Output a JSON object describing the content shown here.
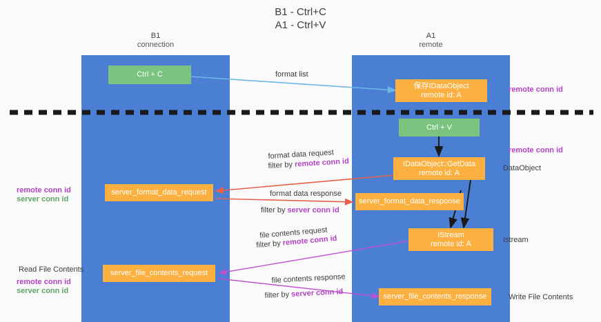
{
  "title": {
    "line1": "B1 - Ctrl+C",
    "line2": "A1 - Ctrl+V"
  },
  "lanes": [
    {
      "name": "B1",
      "role": "connection"
    },
    {
      "name": "A1",
      "role": "remote"
    }
  ],
  "boxes": {
    "ctrl_c": {
      "label": "Ctrl + C",
      "color": "#7ac47f"
    },
    "ctrl_v": {
      "label": "Ctrl + V",
      "color": "#7ac47f"
    },
    "save_idataobject": {
      "label": "保存IDataObject",
      "sub": "remote id: A",
      "color": "#fbb040"
    },
    "getdata": {
      "label": "IDataObject::GetData",
      "sub": "remote id: A",
      "color": "#fbb040"
    },
    "istream": {
      "label": "IStream",
      "sub": "remote id: A",
      "color": "#fbb040"
    },
    "server_format_data_request": {
      "label": "server_format_data_request",
      "color": "#fbb040"
    },
    "server_format_data_response": {
      "label": "server_format_data_response",
      "color": "#fbb040"
    },
    "server_file_contents_request": {
      "label": "server_file_contents_request",
      "color": "#fbb040"
    },
    "server_file_contents_response": {
      "label": "server_file_contents_response",
      "color": "#fbb040"
    }
  },
  "edge_labels": {
    "format_list": "format list",
    "format_data_request": "format data request",
    "format_data_request_filter_prefix": "filter by ",
    "format_data_request_filter_key": "remote conn id",
    "format_data_response": "format data response",
    "format_data_response_filter_prefix": "filter by ",
    "format_data_response_filter_key": "server conn id",
    "file_contents_request": "file contents request",
    "file_contents_request_filter_prefix": "filter by ",
    "file_contents_request_filter_key": "remote conn id",
    "file_contents_response": "file contents response",
    "file_contents_response_filter_prefix": "filter by ",
    "file_contents_response_filter_key": "server conn id"
  },
  "side_labels": {
    "right_remote_conn_id_top": "remote conn id",
    "right_remote_conn_id_mid": "remote conn id",
    "right_dataobject": "DataObject",
    "right_istream": "Istream",
    "right_write_file_contents": "Write File Contents",
    "left_remote_conn_id_mid": "remote conn id",
    "left_server_conn_id_mid": "server conn id",
    "left_read_file_contents": "Read File Contents",
    "left_remote_conn_id_bottom": "remote conn id",
    "left_server_conn_id_bottom": "server conn id"
  },
  "colors": {
    "lane": "#4a7fd4",
    "green_box": "#7ac47f",
    "orange_box": "#fbb040",
    "purple_text": "#b343c4",
    "green_text": "#5fa564",
    "arrow_blue": "#6bb7e8",
    "arrow_red": "#e8604c",
    "arrow_purple": "#c04fd0",
    "arrow_black": "#1a1a1a",
    "divider": "#1a1a1a",
    "background": "#fafafa"
  }
}
